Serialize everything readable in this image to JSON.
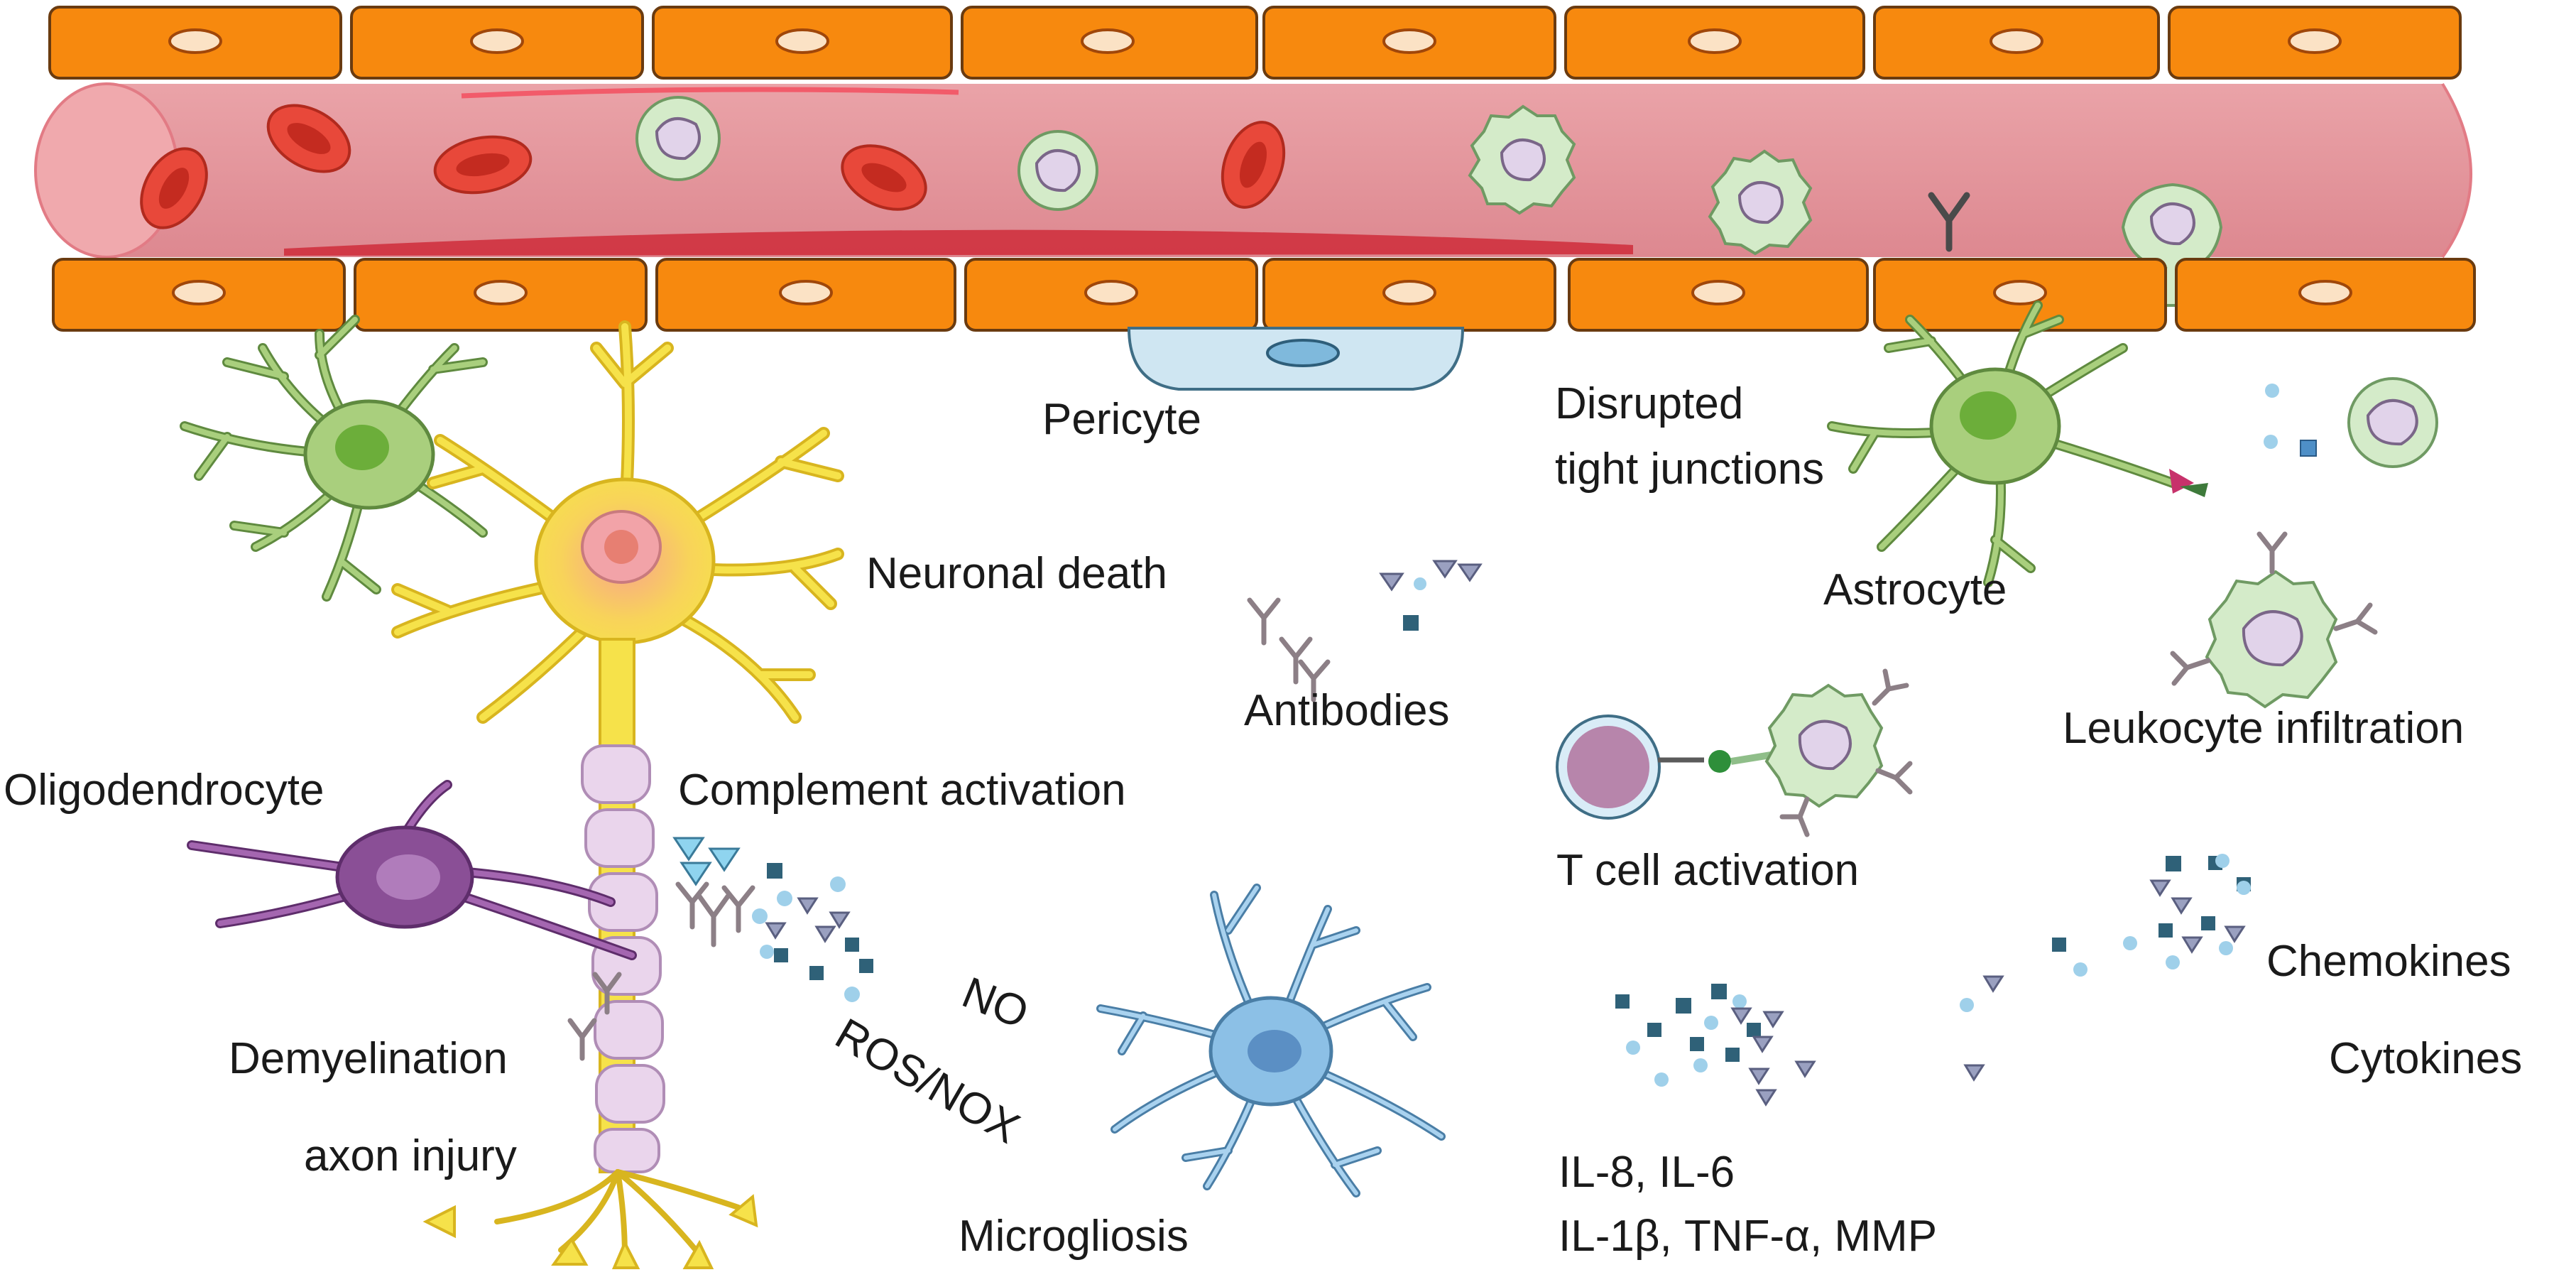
{
  "labels": {
    "pericyte": "Pericyte",
    "disrupted_line1": "Disrupted",
    "disrupted_line2": "tight junctions",
    "neuronal_death": "Neuronal death",
    "astrocyte": "Astrocyte",
    "antibodies": "Antibodies",
    "leukocyte_infiltration": "Leukocyte infiltration",
    "oligodendrocyte": "Oligodendrocyte",
    "complement_activation": "Complement activation",
    "t_cell_activation": "T cell activation",
    "chemokines": "Chemokines",
    "no": "NO",
    "ros_nox": "ROS/NOX",
    "demyelination": "Demyelination",
    "cytokines": "Cytokines",
    "axon_injury": "axon injury",
    "il_line1": "IL-8,  IL-6",
    "il_line2": "IL-1β, TNF-α, MMP",
    "microgliosis": "Microgliosis"
  },
  "colors": {
    "endothelial": "#f7890e",
    "vessel": "#e89aa0",
    "rbc": "#e8483a",
    "leukocyte": "#d4ebc9",
    "astrocyte": "#a9cf7d",
    "neuron": "#f6e24a",
    "oligodendrocyte": "#8a4f96",
    "microglia": "#8cc0e6",
    "pericyte": "#cfe6f2",
    "antibody": "#8c7f86",
    "cytokine_dot": "#9fd0ea",
    "cytokine_square": "#2f6178",
    "cytokine_triangle": "#9aa0c0"
  }
}
